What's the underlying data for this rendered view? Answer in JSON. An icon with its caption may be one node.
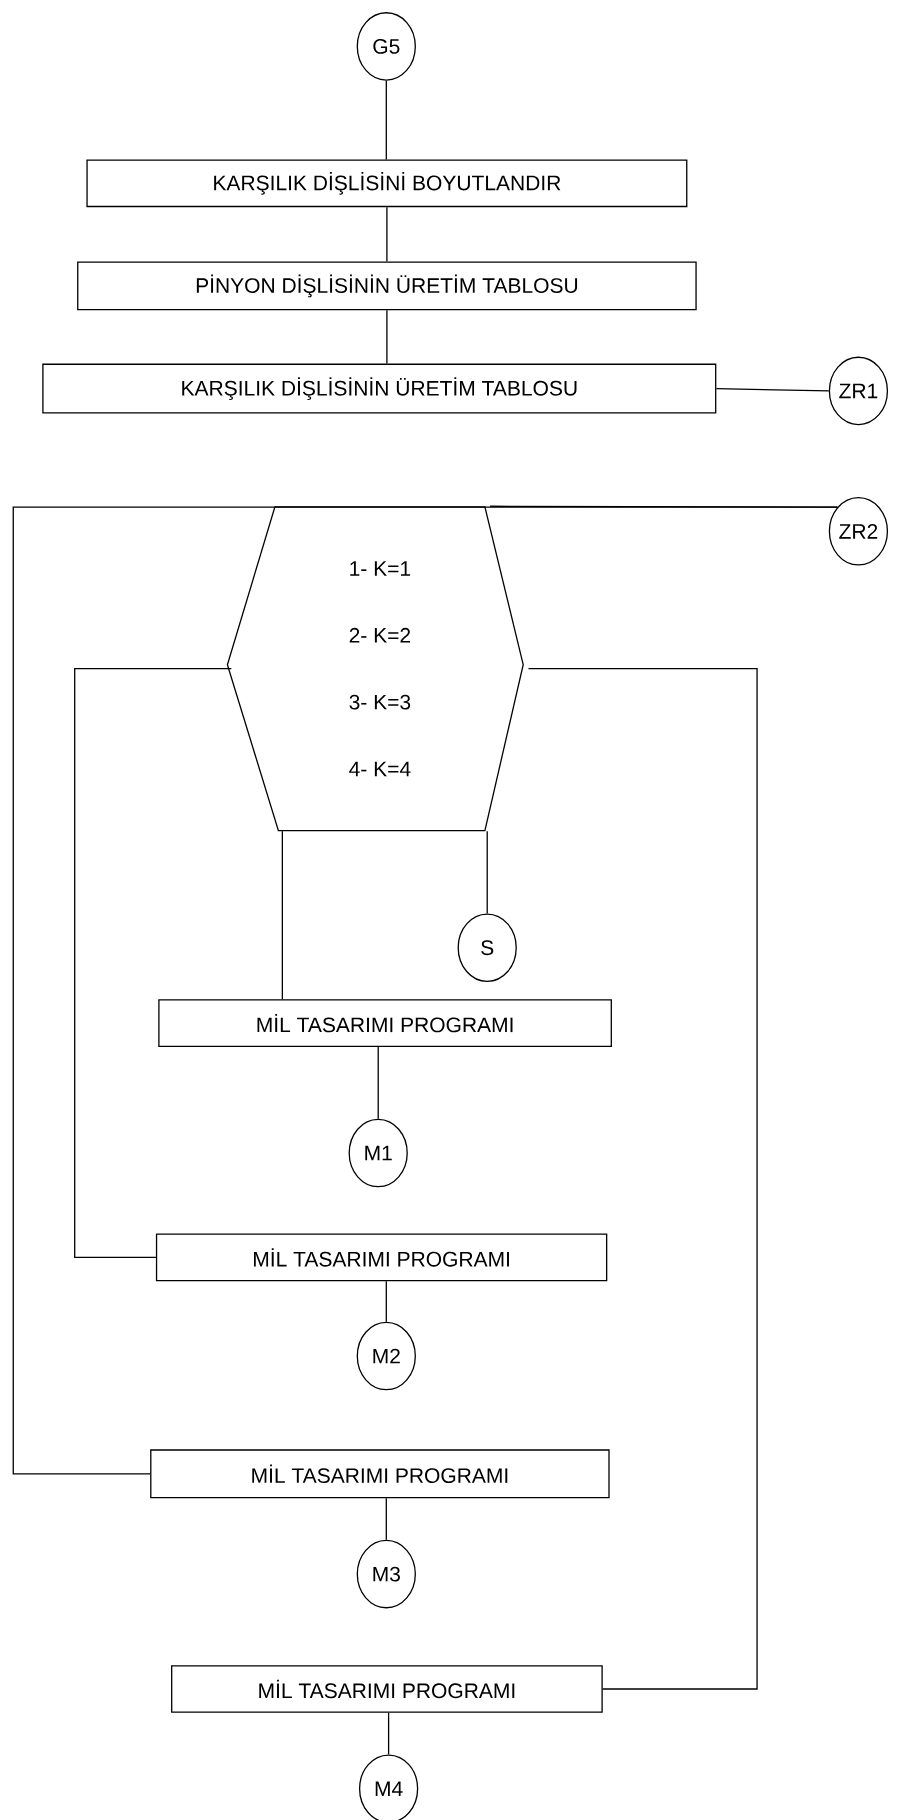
{
  "diagram": {
    "nodes": [
      {
        "text": [
          "G5"
        ]
      },
      {
        "text": [
          "KARŞILIK DİŞLİSİNİ BOYUTLANDIR"
        ]
      },
      {
        "text": [
          "PİNYON DİŞLİSİNİN ÜRETİM TABLOSU"
        ]
      },
      {
        "text": [
          "KARŞILIK DİŞLİSİNİN ÜRETİM TABLOSU"
        ]
      },
      {
        "text": [
          "ZR1"
        ]
      },
      {
        "text": [
          "ZR2"
        ]
      },
      {
        "text": [
          "1- K=1",
          "2- K=2",
          "3- K=3",
          "4- K=4"
        ]
      },
      {
        "text": [
          "S"
        ]
      },
      {
        "text": [
          "MİL TASARIMI PROGRAMI"
        ]
      },
      {
        "text": [
          "M1"
        ]
      },
      {
        "text": [
          "MİL TASARIMI PROGRAMI"
        ]
      },
      {
        "text": [
          "M2"
        ]
      },
      {
        "text": [
          "MİL TASARIMI PROGRAMI"
        ]
      },
      {
        "text": [
          "M3"
        ]
      },
      {
        "text": [
          "MİL TASARIMI PROGRAMI"
        ]
      },
      {
        "text": [
          "M4"
        ]
      }
    ],
    "edges": [
      {
        "from": 0,
        "to": 1,
        "arrow": "none"
      },
      {
        "from": 1,
        "to": 2,
        "arrow": "none"
      },
      {
        "from": 2,
        "to": 3,
        "arrow": "none"
      },
      {
        "from": 3,
        "to": 4,
        "arrow": "none"
      },
      {
        "from": 5,
        "to": 6,
        "arrow": "none"
      },
      {
        "from": 5,
        "to": 12,
        "arrow": "none"
      },
      {
        "from": 6,
        "to": 10,
        "arrow": "none"
      },
      {
        "from": 6,
        "to": 14,
        "arrow": "none"
      },
      {
        "from": 6,
        "to": 8,
        "arrow": "none"
      },
      {
        "from": 6,
        "to": 7,
        "arrow": "none"
      },
      {
        "from": 8,
        "to": 9,
        "arrow": "none"
      },
      {
        "from": 10,
        "to": 11,
        "arrow": "none"
      },
      {
        "from": 12,
        "to": 13,
        "arrow": "none"
      },
      {
        "from": 14,
        "to": 15,
        "arrow": "none"
      }
    ]
  }
}
